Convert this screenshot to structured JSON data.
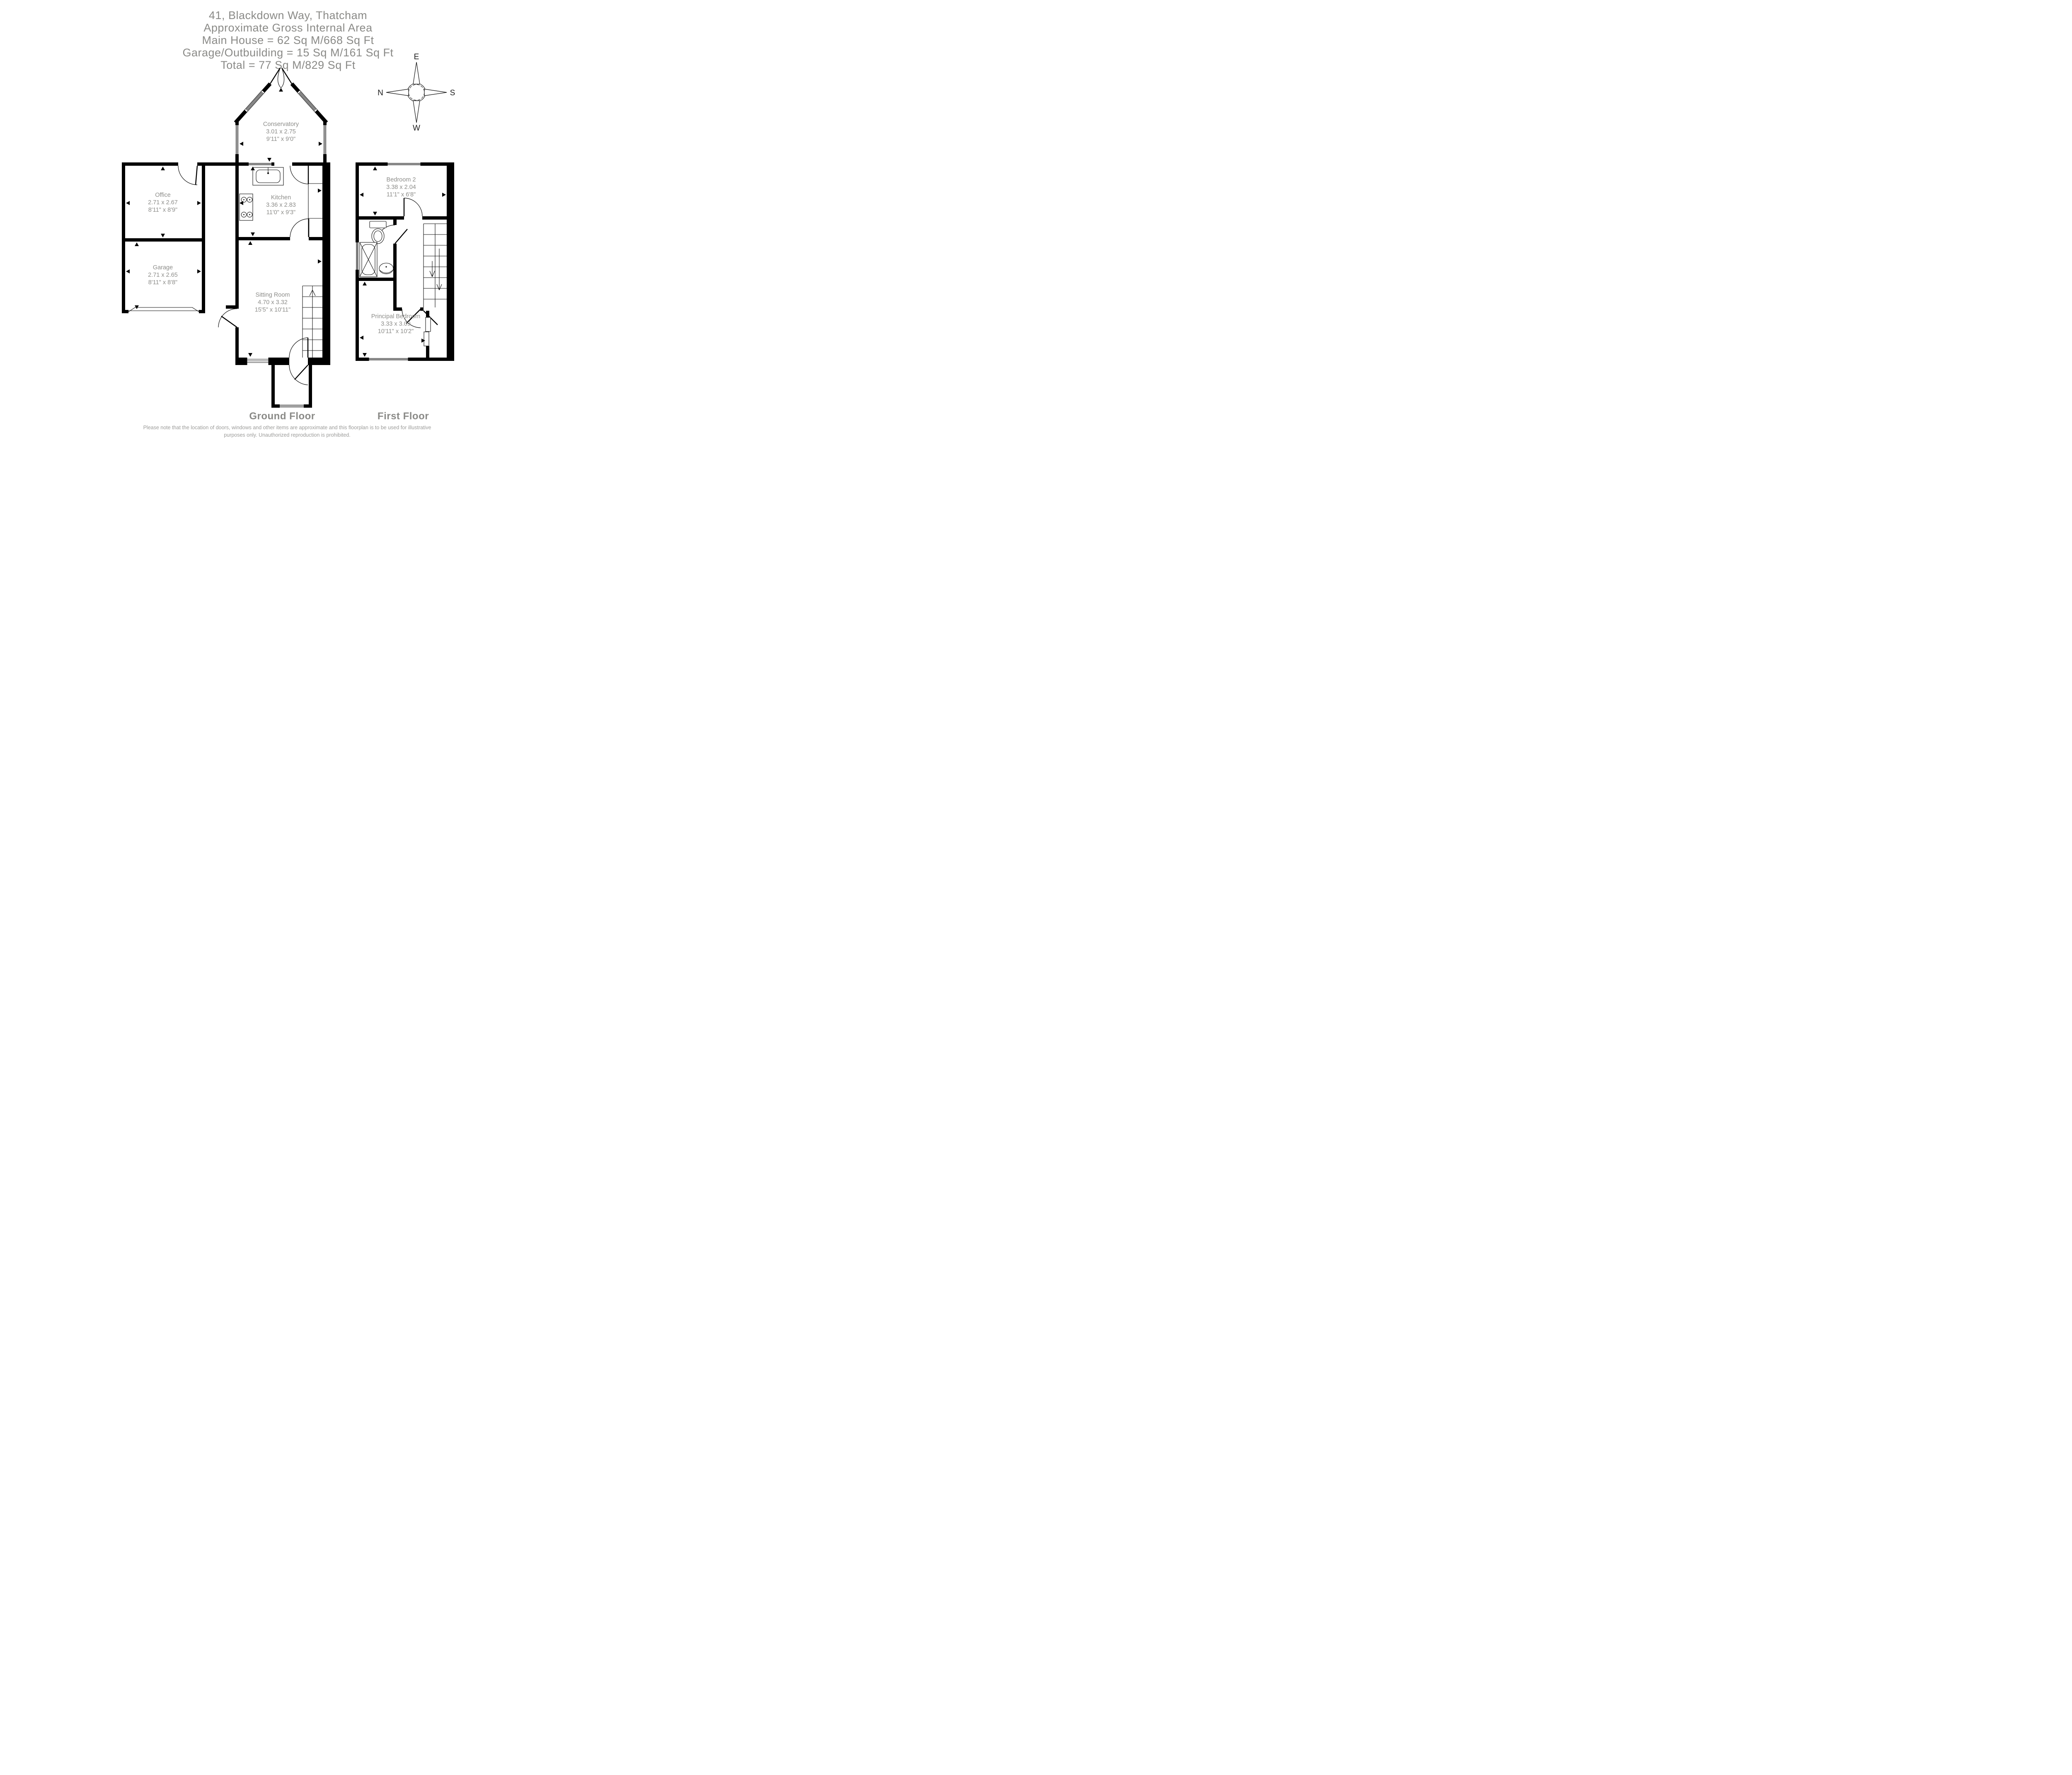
{
  "title": {
    "line1": "41, Blackdown Way, Thatcham",
    "line2": "Approximate Gross Internal Area",
    "line3": "Main House = 62 Sq M/668 Sq Ft",
    "line4": "Garage/Outbuilding = 15 Sq M/161 Sq Ft",
    "line5": "Total = 77 Sq M/829 Sq Ft"
  },
  "compass": {
    "north": "N",
    "east": "E",
    "south": "S",
    "west": "W"
  },
  "rooms": {
    "conservatory": {
      "name": "Conservatory",
      "metric": "3.01 x 2.75",
      "imperial": "9'11\" x 9'0\""
    },
    "kitchen": {
      "name": "Kitchen",
      "metric": "3.36 x 2.83",
      "imperial": "11'0\" x 9'3\""
    },
    "sitting_room": {
      "name": "Sitting Room",
      "metric": "4.70 x 3.32",
      "imperial": "15'5\" x 10'11\""
    },
    "office": {
      "name": "Office",
      "metric": "2.71 x 2.67",
      "imperial": "8'11\" x 8'9\""
    },
    "garage": {
      "name": "Garage",
      "metric": "2.71 x 2.65",
      "imperial": "8'11\" x 8'8\""
    },
    "bedroom2": {
      "name": "Bedroom 2",
      "metric": "3.38 x 2.04",
      "imperial": "11'1\" x 6'8\""
    },
    "principal": {
      "name": "Principal Bedroom",
      "metric": "3.33 x 3.09",
      "imperial": "10'11\" x 10'2\""
    }
  },
  "floors": {
    "ground": "Ground Floor",
    "first": "First Floor"
  },
  "disclaimer": {
    "line1": "Please note that the location of doors, windows and other items are approximate and this floorplan is to be used for illustrative",
    "line2": "purposes only. Unauthorized reproduction is prohibited."
  },
  "colors": {
    "text_gray": "#8a8a87",
    "walls": "#000000",
    "background": "#ffffff"
  }
}
